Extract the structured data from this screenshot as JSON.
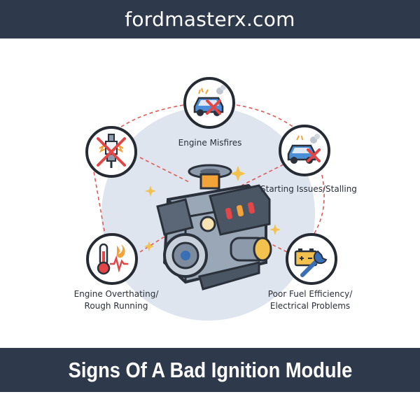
{
  "header": {
    "site": "fordmasterx.com"
  },
  "footer": {
    "title": "Signs Of A Bad Ignition Module"
  },
  "signs": {
    "misfires": "Engine Misfires",
    "starting": "Starting Issues/Stalling",
    "overheating_line1": "Engine Overthating/",
    "overheating_line2": "Rough Running",
    "fuel_line1": "Poor Fuel Efficiency/",
    "fuel_line2": "Electrical Problems"
  },
  "colors": {
    "bar": "#2e3a4b",
    "connector": "#e05a5a",
    "accent_blue": "#4a8fd8",
    "accent_red": "#e24646",
    "accent_orange": "#f2a33a"
  },
  "icons": [
    "spark-plug-icon",
    "car-smoke-icon",
    "car-warning-icon",
    "thermometer-icon",
    "battery-wrench-icon",
    "engine-icon"
  ]
}
